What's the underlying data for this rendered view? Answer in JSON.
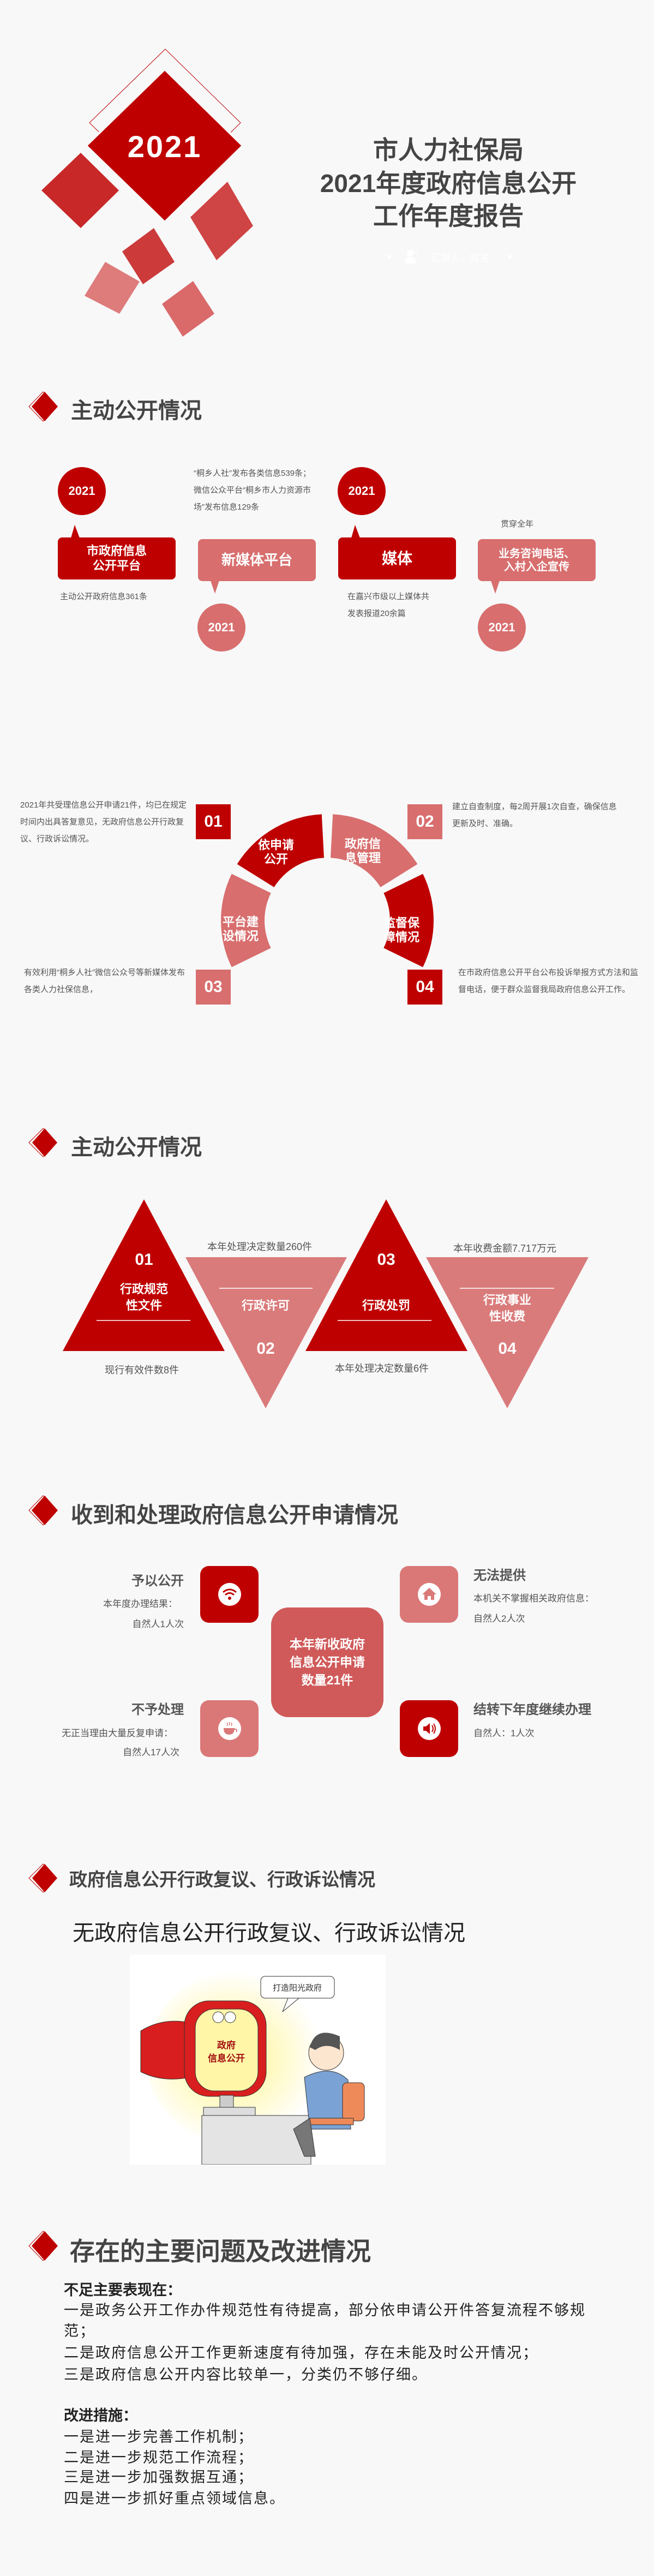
{
  "cover": {
    "year": "2021",
    "title_lines": [
      "市人力社保局",
      "2021年度政府信息公开",
      "工作年度报告"
    ],
    "reporter": "汇报人：姓名"
  },
  "section1": {
    "title": "主动公开情况",
    "timeline": [
      {
        "year": "2021",
        "label": "市政府信息公开平台",
        "label_lines": [
          "市政府信息",
          "公开平台"
        ],
        "desc": "主动公开政府信息361条"
      },
      {
        "year": "2021",
        "label": "新媒体平台",
        "desc": "“桐乡人社”发布各类信息539条；微信公众平台“桐乡市人力资源市场”发布信息129条"
      },
      {
        "year": "2021",
        "label": "媒体",
        "desc_lines": [
          "在嘉兴市级以上媒体共",
          "发表报道20余篇"
        ]
      },
      {
        "year": "2021",
        "label_lines": [
          "业务咨询电话、",
          "入村入企宣传"
        ],
        "desc": "贯穿全年"
      }
    ],
    "ring": [
      {
        "num": "01",
        "label_lines": [
          "依申请",
          "公开"
        ],
        "desc": "2021年共受理信息公开申请21件，均已在规定时间内出具答复意见，无政府信息公开行政复议、行政诉讼情况。"
      },
      {
        "num": "02",
        "label_lines": [
          "政府信",
          "息管理"
        ],
        "desc": "建立自查制度，每2周开展1次自查，确保信息更新及时、准确。"
      },
      {
        "num": "03",
        "label_lines": [
          "平台建",
          "设情况"
        ],
        "desc": "有效利用“桐乡人社”微信公众号等新媒体发布各类人力社保信息，"
      },
      {
        "num": "04",
        "label_lines": [
          "监督保",
          "障情况"
        ],
        "desc": "在市政府信息公开平台公布投诉举报方式方法和监督电话，便于群众监督我局政府信息公开工作。"
      }
    ]
  },
  "section2": {
    "title": "主动公开情况",
    "items": [
      {
        "num": "01",
        "label_lines": [
          "行政规范",
          "性文件"
        ],
        "desc": "现行有效件数8件"
      },
      {
        "num": "02",
        "label_lines": [
          "行政许可"
        ],
        "desc": "本年处理决定数量260件"
      },
      {
        "num": "03",
        "label_lines": [
          "行政处罚"
        ],
        "desc": "本年处理决定数量6件"
      },
      {
        "num": "04",
        "label_lines": [
          "行政事业",
          "性收费"
        ],
        "desc": "本年收费金额7.717万元"
      }
    ]
  },
  "section3": {
    "title": "收到和处理政府信息公开申请情况",
    "center_lines": [
      "本年新收政府",
      "信息公开申请",
      "数量21件"
    ],
    "items": [
      {
        "title": "予以公开",
        "lines": [
          "本年度办理结果：",
          "自然人1人次"
        ],
        "icon": "wifi-icon"
      },
      {
        "title": "无法提供",
        "lines": [
          "本机关不掌握相关政府信息：",
          "自然人2人次"
        ],
        "icon": "home-icon"
      },
      {
        "title": "不予处理",
        "lines": [
          "无正当理由大量反复申请：",
          "自然人17人次"
        ],
        "icon": "coffee-icon"
      },
      {
        "title": "结转下年度继续办理",
        "lines": [
          "自然人：1人次"
        ],
        "icon": "speaker-icon"
      }
    ]
  },
  "section4": {
    "title": "政府信息公开行政复议、行政诉讼情况",
    "statement": "无政府信息公开行政复议、行政诉讼情况",
    "illustration": {
      "bubble": "打造阳光政府",
      "screen_lines": [
        "政府",
        "信息公开"
      ]
    }
  },
  "section5": {
    "title": "存在的主要问题及改进情况",
    "problems_heading": "不足主要表现在：",
    "problems": [
      "一是政务公开工作办件规范性有待提高，部分依申请公开件答复流程不够规范；",
      "二是政府信息公开工作更新速度有待加强，存在未能及时公开情况；",
      "三是政府信息公开内容比较单一，分类仍不够仔细。"
    ],
    "measures_heading": "改进措施：",
    "measures": [
      "一是进一步完善工作机制；",
      "二是进一步规范工作流程；",
      "三是进一步加强数据互通；",
      "四是进一步抓好重点领域信息。"
    ]
  },
  "colors": {
    "dark_red": "#bf0000",
    "pink": "#d86e6e",
    "center": "#d05a5a",
    "text": "#555555"
  }
}
